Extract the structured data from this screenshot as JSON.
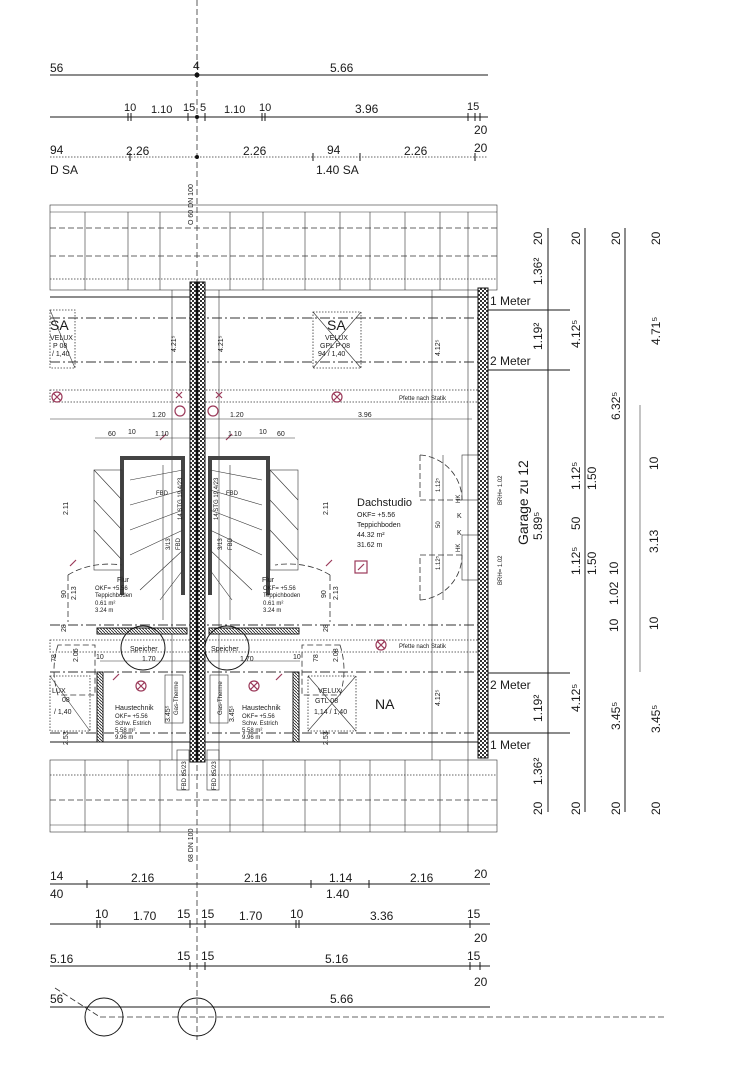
{
  "dims_top": {
    "row1": [
      "56",
      "4",
      "5.66"
    ],
    "row2": [
      "10",
      "1.10",
      "15",
      "5",
      "1.10",
      "10",
      "3.96",
      "15",
      "20"
    ],
    "row3": [
      "94",
      "2.26",
      "2.26",
      "94",
      "2.26",
      "20"
    ],
    "sa": [
      "D SA",
      "1.40 SA"
    ]
  },
  "axis": {
    "top_pipe": "O 60 DN 100",
    "bottom_pipe": "68 DN 100"
  },
  "skylights": {
    "left": [
      "SA",
      "VELUX",
      "P 08",
      "/ 1,40"
    ],
    "right": [
      "SA",
      "VELUX",
      "GPL P 08",
      "94 / 1,40"
    ],
    "lower_left": [
      "LUX",
      "08",
      "/ 1,40"
    ],
    "lower_right": [
      "VELUX",
      "GTL 08",
      "1,14 / 1,40"
    ]
  },
  "heights": [
    "4.21⁵",
    "4.21⁵",
    "4.12⁵",
    "4.12⁵",
    "3.45⁵",
    "3.45⁵"
  ],
  "pfette": [
    "Pfette nach Statik",
    "Pfette nach Statik"
  ],
  "interior_dims": [
    "1.20",
    "1.20",
    "3.96",
    "60",
    "10",
    "1.10",
    "1.10",
    "10",
    "60",
    "2.11",
    "2.11",
    "90",
    "2.13",
    "90",
    "2.13",
    "28",
    "28",
    "2.06",
    "2.08",
    "10",
    "10",
    "2.53",
    "2.53",
    "78",
    "78"
  ],
  "stairs": {
    "left": [
      "14 STG 19,4/23",
      "FBD",
      "3/13",
      "FBD"
    ],
    "right": [
      "14 STG 19,4/23",
      "FBD",
      "3/13",
      "FBD"
    ],
    "bottom": [
      "FBD 85/23",
      "FBD 85/23"
    ]
  },
  "rooms": {
    "dachstudio": [
      "Dachstudio",
      "OKF= +5.56",
      "Teppichboden",
      "44.32 m²",
      "31.62 m"
    ],
    "flur_left": [
      "Flur",
      "OKF= +5.56",
      "Teppichboden",
      "0.61 m²",
      "3.24 m"
    ],
    "flur_right": [
      "Flur",
      "OKF= +5.56",
      "Teppichboden",
      "0.61 m²",
      "3.24 m"
    ],
    "haustechnik_left": [
      "Haustechnik",
      "OKF= +5.56",
      "Schw. Estrich",
      "5.58 m²",
      "9.96 m"
    ],
    "haustechnik_right": [
      "Haustechnik",
      "OKF= +5.56",
      "Schw. Estrich",
      "5.58 m²",
      "9.96 m"
    ],
    "speicher": [
      "Speicher",
      "Speicher",
      "1.70",
      "1.70"
    ],
    "therme": [
      "Gas-Therme",
      "Gas-Therme"
    ],
    "na": "NA"
  },
  "window": {
    "brh": [
      "BRH= 1.02",
      "BRH= 1.02"
    ],
    "dims": [
      "1.12⁵",
      "50",
      "1.12⁵"
    ],
    "marks": [
      "HK",
      "K",
      "K",
      "HK"
    ]
  },
  "right_dims": {
    "col1": [
      "20",
      "1.36²",
      "1.19²",
      "Garage zu 12",
      "5.89⁵",
      "1.19²",
      "1.36²",
      "20"
    ],
    "meters": [
      "1 Meter",
      "2 Meter",
      "2 Meter",
      "1 Meter"
    ],
    "col2": [
      "20",
      "4.12⁵",
      "1.12⁵",
      "1.50",
      "50",
      "1.12⁵",
      "1.50",
      "1.02",
      "4.12⁵",
      "20"
    ],
    "col3": [
      "20",
      "6.32⁵",
      "10",
      "10",
      "3.45⁵",
      "20"
    ],
    "col4": [
      "20",
      "4.71⁵",
      "10",
      "3.13",
      "10",
      "3.45⁵",
      "20"
    ]
  },
  "dims_bottom": {
    "row1": [
      "14",
      "40",
      "2.16",
      "2.16",
      "1.14",
      "1.40",
      "2.16",
      "20"
    ],
    "row2": [
      "10",
      "1.70",
      "15",
      "15",
      "1.70",
      "10",
      "3.36",
      "15",
      "20"
    ],
    "row3": [
      "5.16",
      "15",
      "15",
      "5.16",
      "15",
      "20"
    ],
    "row4": [
      "56",
      "5.66"
    ]
  },
  "colors": {
    "line": "#1a1a1a",
    "symbol": "#9b3a5a"
  }
}
